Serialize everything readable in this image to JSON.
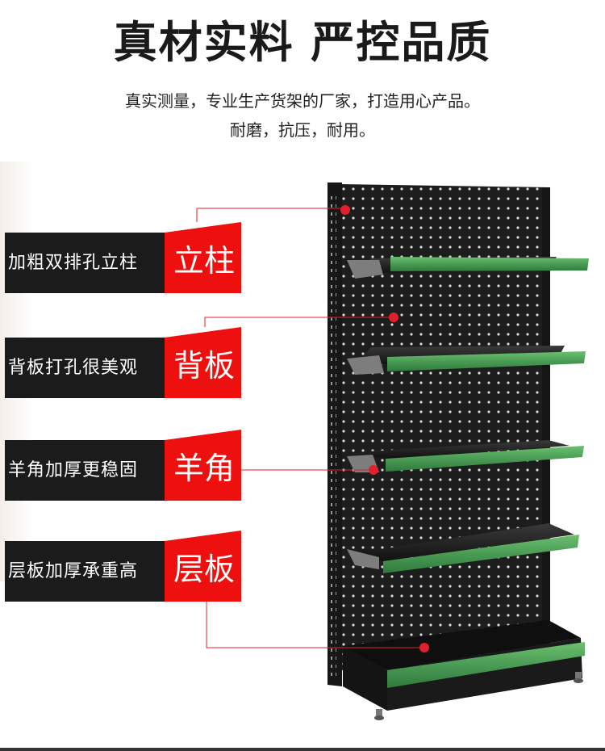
{
  "header": {
    "title": "真材实料 严控品质",
    "line1": "真实测量，专业生产货架的厂家，打造用心产品。",
    "line2": "耐磨，抗压，耐用。"
  },
  "features": [
    {
      "desc": "加粗双排孔立柱",
      "tag": "立柱"
    },
    {
      "desc": "背板打孔很美观",
      "tag": "背板"
    },
    {
      "desc": "羊角加厚更稳固",
      "tag": "羊角"
    },
    {
      "desc": "层板加厚承重高",
      "tag": "层板"
    }
  ],
  "colors": {
    "tag_red": "#ee0f0f",
    "label_dark": "#1b1b1b",
    "shelf_green": "#4a9b55",
    "frame_black": "#1e1e1e",
    "pointer": "#e0202b"
  }
}
